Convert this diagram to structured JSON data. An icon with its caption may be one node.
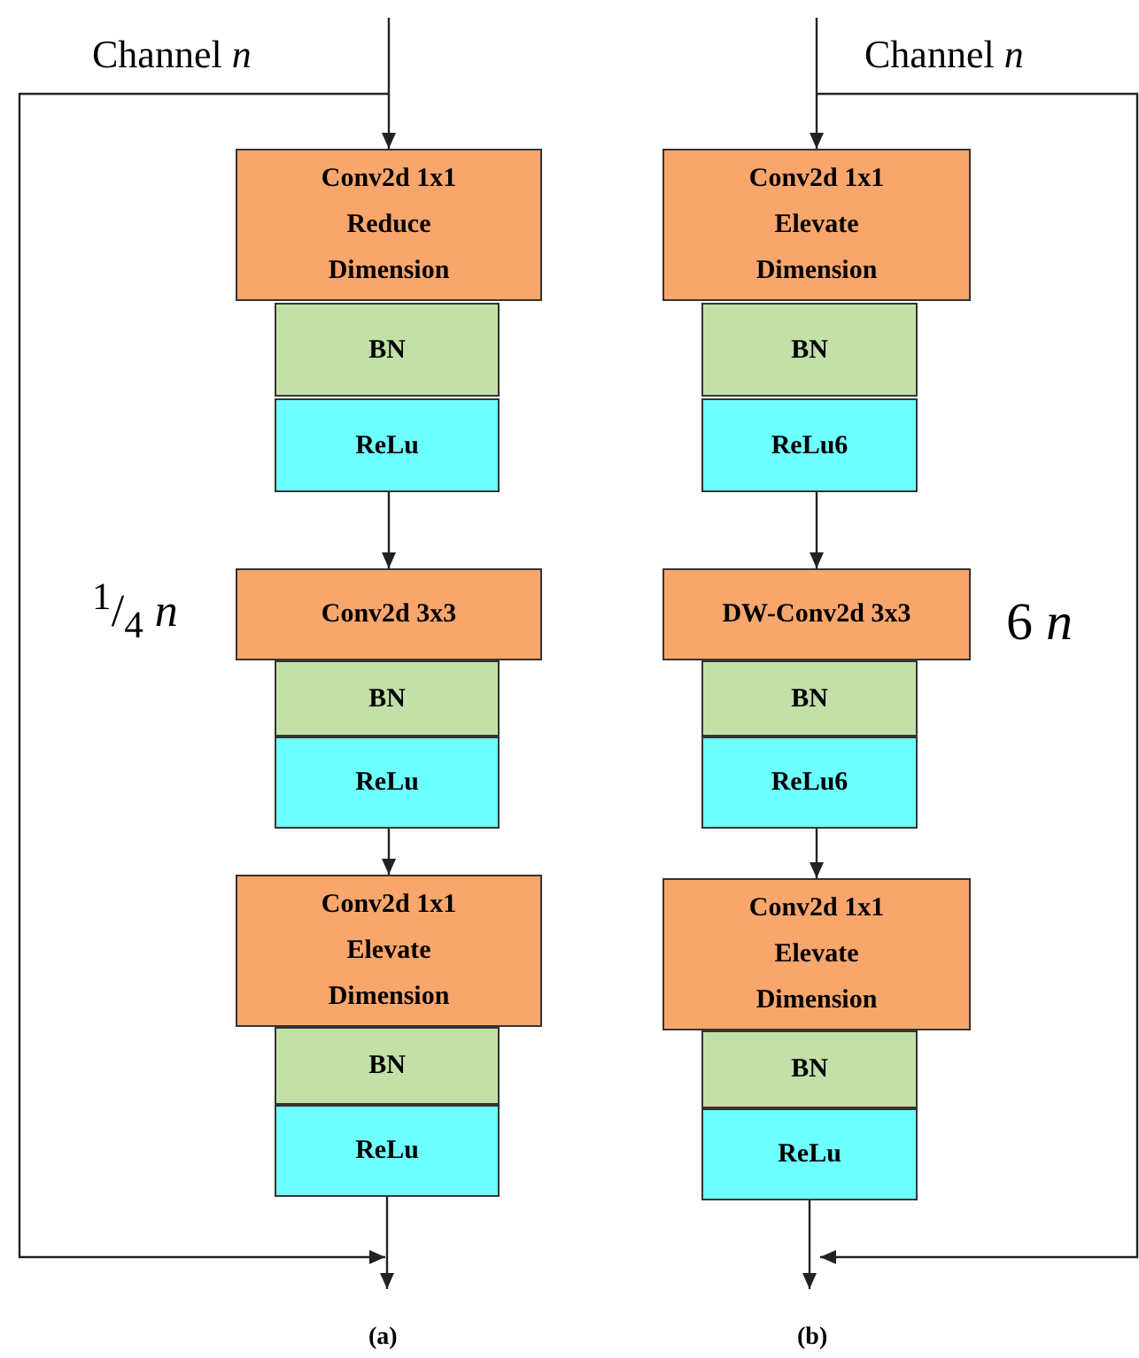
{
  "diagram": {
    "nodes": [
      {
        "text": [
          "Conv2d 1x1 Reduce Dimension"
        ]
      },
      {
        "text": [
          "BN"
        ]
      },
      {
        "text": [
          "ReLu"
        ]
      },
      {
        "text": [
          "Conv2d 3x3"
        ]
      },
      {
        "text": [
          "BN"
        ]
      },
      {
        "text": [
          "ReLu"
        ]
      },
      {
        "text": [
          "Conv2d 1x1 Elevate Dimension"
        ]
      },
      {
        "text": [
          "BN"
        ]
      },
      {
        "text": [
          "ReLu"
        ]
      },
      {
        "text": [
          "Conv2d 1x1 Elevate Dimension"
        ]
      },
      {
        "text": [
          "BN"
        ]
      },
      {
        "text": [
          "ReLu6"
        ]
      },
      {
        "text": [
          "DW-Conv2d 3x3"
        ]
      },
      {
        "text": [
          "BN"
        ]
      },
      {
        "text": [
          "ReLu6"
        ]
      },
      {
        "text": [
          "Conv2d 1x1 Elevate Dimension"
        ]
      },
      {
        "text": [
          "BN"
        ]
      },
      {
        "text": [
          "ReLu"
        ]
      }
    ],
    "edges": [
      {
        "from": null,
        "to": 0,
        "arrow": "to"
      },
      {
        "from": 2,
        "to": 3,
        "arrow": "to"
      },
      {
        "from": 5,
        "to": 6,
        "arrow": "to"
      },
      {
        "from": 8,
        "to": null,
        "arrow": "to"
      },
      {
        "from": null,
        "to": 9,
        "arrow": "to"
      },
      {
        "from": 11,
        "to": 12,
        "arrow": "to"
      },
      {
        "from": 14,
        "to": 15,
        "arrow": "to"
      },
      {
        "from": 17,
        "to": null,
        "arrow": "to"
      }
    ],
    "labels": [
      "Channel *n*",
      "Channel *n*",
      "$^{1}$/$_{4}$ *n*",
      "6 *n*",
      "(a)",
      "(b)"
    ]
  }
}
